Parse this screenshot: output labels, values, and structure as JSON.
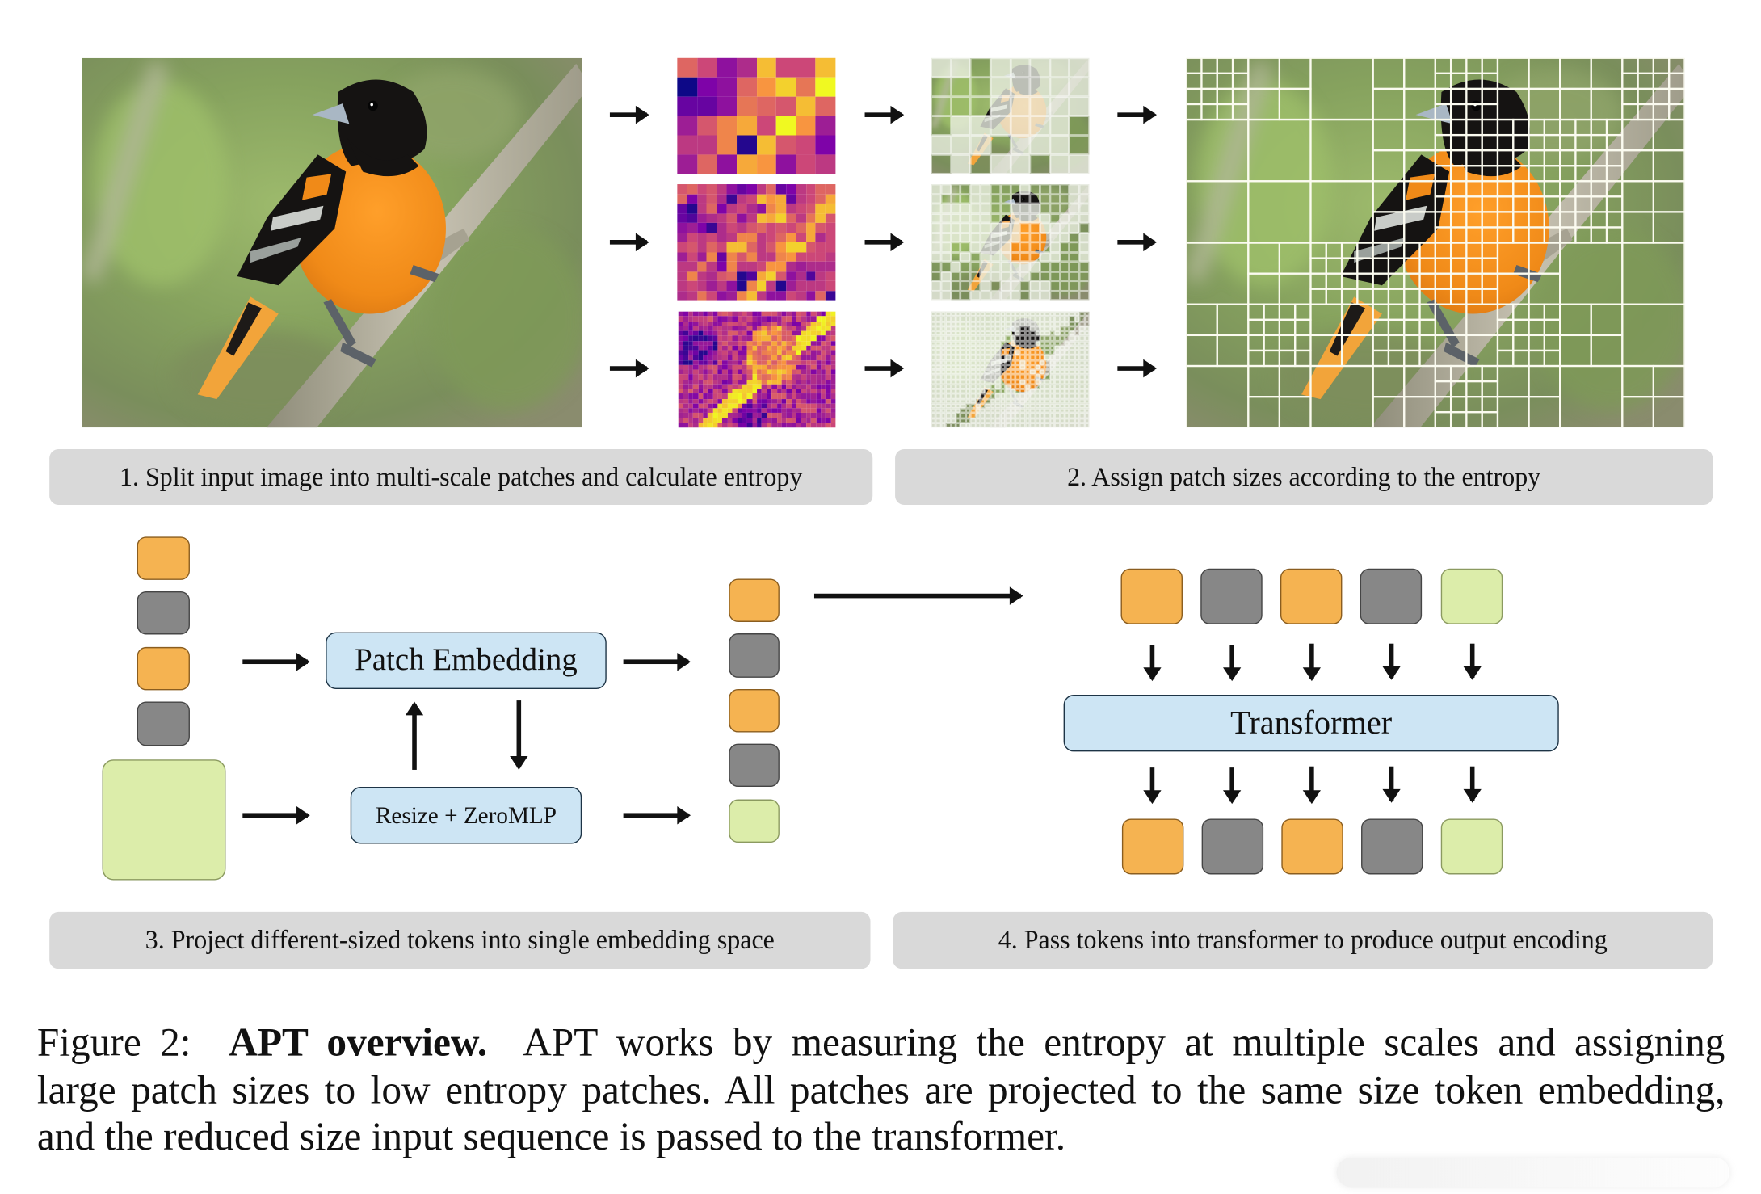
{
  "figure": {
    "caption_number": "Figure 2:",
    "caption_title": "APT overview.",
    "caption_lines": [
      "APT works by measuring the entropy at multiple scales and assigning",
      "large patch sizes to low entropy patches. All patches are projected to the same size token embedding,",
      "and the reduced size input sequence is passed to the transformer."
    ]
  },
  "steps": [
    {
      "label": "1. Split input image into multi-scale patches and calculate entropy"
    },
    {
      "label": "2. Assign patch sizes according to the entropy"
    },
    {
      "label": "3. Project different-sized tokens into single embedding space"
    },
    {
      "label": "4. Pass tokens into transformer to produce output encoding"
    }
  ],
  "modules": {
    "patch_embedding": "Patch Embedding",
    "resize_zeromlp": "Resize + ZeroMLP",
    "transformer": "Transformer"
  },
  "colors": {
    "token_orange": "#f5b351",
    "token_gray": "#878787",
    "token_green": "#dcedaa",
    "module_blue": "#cde5f4",
    "step_label_gray": "#d9d9d9"
  },
  "images": {
    "input_image": "bird-on-branch photo (oriole)",
    "output_image": "bird-on-branch photo with adaptive patch grid"
  },
  "entropy_maps": [
    {
      "scale": "coarse",
      "cols": 8,
      "rows": 6,
      "values": [
        [
          0.6,
          0.5,
          0.3,
          0.4,
          0.85,
          0.5,
          0.5,
          0.85
        ],
        [
          0.0,
          0.25,
          0.3,
          0.6,
          0.75,
          0.9,
          0.65,
          1.0
        ],
        [
          0.2,
          0.2,
          0.3,
          0.65,
          0.6,
          0.55,
          0.85,
          0.6
        ],
        [
          0.35,
          0.55,
          0.7,
          0.8,
          0.5,
          1.0,
          0.75,
          0.35
        ],
        [
          0.45,
          0.45,
          0.7,
          0.05,
          0.85,
          0.55,
          0.5,
          0.25
        ],
        [
          0.35,
          0.6,
          0.3,
          0.8,
          0.75,
          0.3,
          0.5,
          0.45
        ]
      ]
    },
    {
      "scale": "medium",
      "cols": 16,
      "rows": 12,
      "values": [
        [
          0.55,
          0.6,
          0.5,
          0.55,
          0.45,
          0.3,
          0.2,
          0.25,
          0.45,
          0.6,
          0.2,
          0.25,
          0.45,
          0.5,
          0.6,
          0.6
        ],
        [
          0.6,
          0.25,
          0.45,
          0.55,
          0.4,
          0.1,
          0.45,
          0.5,
          0.85,
          0.75,
          0.8,
          0.2,
          0.45,
          0.5,
          0.6,
          0.8
        ],
        [
          0.2,
          0.05,
          0.45,
          0.6,
          0.25,
          0.45,
          0.5,
          0.4,
          0.3,
          0.7,
          0.8,
          0.45,
          0.5,
          0.55,
          0.85,
          0.85
        ],
        [
          0.2,
          0.15,
          0.35,
          0.4,
          0.45,
          0.55,
          0.3,
          0.45,
          0.85,
          0.8,
          0.9,
          0.6,
          0.45,
          0.65,
          0.85,
          0.55
        ],
        [
          0.3,
          0.35,
          0.25,
          0.1,
          0.4,
          0.5,
          0.45,
          0.55,
          0.6,
          0.5,
          0.55,
          0.5,
          0.6,
          0.8,
          0.55,
          0.5
        ],
        [
          0.35,
          0.5,
          0.45,
          0.5,
          0.4,
          0.45,
          0.7,
          0.7,
          0.45,
          0.5,
          0.6,
          0.75,
          0.5,
          0.8,
          0.4,
          0.5
        ],
        [
          0.5,
          0.55,
          0.45,
          0.6,
          0.5,
          0.85,
          0.85,
          0.6,
          0.45,
          0.55,
          0.75,
          0.9,
          0.9,
          0.55,
          0.5,
          0.5
        ],
        [
          0.35,
          0.5,
          0.35,
          0.7,
          0.2,
          0.7,
          0.55,
          0.7,
          0.45,
          0.45,
          0.7,
          0.75,
          0.5,
          0.5,
          0.5,
          0.45
        ],
        [
          0.45,
          0.45,
          0.65,
          0.45,
          0.25,
          0.7,
          0.45,
          0.45,
          0.5,
          0.75,
          0.75,
          0.4,
          0.35,
          0.4,
          0.4,
          0.4
        ],
        [
          0.45,
          0.7,
          0.45,
          0.4,
          0.55,
          0.6,
          0.05,
          0.15,
          0.8,
          0.9,
          0.55,
          0.3,
          0.4,
          0.15,
          0.45,
          0.5
        ],
        [
          0.45,
          0.5,
          0.45,
          0.35,
          0.45,
          0.3,
          0.05,
          0.7,
          0.9,
          0.45,
          0.05,
          0.35,
          0.45,
          0.45,
          0.45,
          0.5
        ],
        [
          0.4,
          0.45,
          0.65,
          0.5,
          0.3,
          0.35,
          0.7,
          0.85,
          0.45,
          0.3,
          0.3,
          0.5,
          0.45,
          0.3,
          0.6,
          0.1
        ]
      ]
    },
    {
      "scale": "fine",
      "cols": 32,
      "rows": 24,
      "values": "procedural"
    }
  ],
  "patch_masks": [
    {
      "scale": "coarse",
      "cols": 8,
      "rows": 6,
      "kept": [
        [
          0,
          0,
          1,
          0,
          0,
          0,
          0,
          0
        ],
        [
          1,
          1,
          1,
          0,
          0,
          0,
          0,
          0
        ],
        [
          1,
          1,
          1,
          0,
          0,
          0,
          0,
          0
        ],
        [
          1,
          0,
          0,
          0,
          0,
          0,
          0,
          1
        ],
        [
          0,
          0,
          0,
          1,
          0,
          0,
          0,
          1
        ],
        [
          1,
          0,
          1,
          0,
          0,
          1,
          0,
          0
        ]
      ]
    },
    {
      "scale": "medium",
      "cols": 16,
      "rows": 12,
      "kept": [
        [
          0,
          0,
          1,
          1,
          0,
          0,
          1,
          1,
          1,
          0,
          1,
          1,
          1,
          1,
          0,
          0
        ],
        [
          0,
          1,
          1,
          1,
          0,
          0,
          1,
          1,
          1,
          1,
          1,
          1,
          1,
          1,
          0,
          0
        ],
        [
          0,
          0,
          0,
          0,
          0,
          0,
          1,
          1,
          0,
          0,
          0,
          1,
          1,
          1,
          0,
          0
        ],
        [
          0,
          0,
          0,
          0,
          0,
          0,
          1,
          1,
          0,
          0,
          0,
          0,
          1,
          0,
          0,
          0
        ],
        [
          0,
          0,
          0,
          0,
          0,
          0,
          0,
          0,
          0,
          1,
          1,
          0,
          0,
          0,
          0,
          1
        ],
        [
          0,
          0,
          0,
          0,
          0,
          0,
          0,
          0,
          0,
          1,
          1,
          1,
          0,
          0,
          1,
          0
        ],
        [
          0,
          0,
          1,
          1,
          0,
          0,
          0,
          0,
          1,
          1,
          1,
          1,
          0,
          1,
          1,
          0
        ],
        [
          0,
          0,
          1,
          0,
          1,
          0,
          0,
          0,
          1,
          1,
          1,
          0,
          0,
          1,
          1,
          0
        ],
        [
          1,
          1,
          0,
          1,
          1,
          0,
          0,
          0,
          0,
          0,
          0,
          1,
          1,
          1,
          1,
          1
        ],
        [
          1,
          0,
          1,
          1,
          1,
          0,
          0,
          0,
          0,
          0,
          1,
          1,
          1,
          1,
          1,
          1
        ],
        [
          0,
          0,
          1,
          1,
          1,
          0,
          1,
          0,
          0,
          1,
          0,
          0,
          1,
          1,
          1,
          1
        ],
        [
          0,
          0,
          1,
          1,
          0,
          0,
          0,
          0,
          0,
          1,
          0,
          0,
          1,
          1,
          1,
          1
        ]
      ]
    },
    {
      "scale": "fine",
      "cols": 32,
      "rows": 24,
      "kept": "procedural"
    }
  ],
  "adaptive_patches": {
    "cols": 8,
    "rows": 6,
    "subdivision_levels": [
      [
        2,
        1,
        0,
        1,
        2,
        1,
        1,
        2
      ],
      [
        0,
        0,
        0,
        1,
        2,
        2,
        2,
        1
      ],
      [
        0,
        0,
        0,
        1,
        2,
        2,
        2,
        1
      ],
      [
        0,
        1,
        2,
        2,
        2,
        1,
        0,
        0
      ],
      [
        1,
        2,
        1,
        2,
        1,
        2,
        1,
        0
      ],
      [
        0,
        1,
        0,
        1,
        2,
        1,
        0,
        1
      ]
    ]
  },
  "token_sequences": {
    "input_small": [
      "orange",
      "gray",
      "orange",
      "gray"
    ],
    "input_large": [
      "green"
    ],
    "embedded": [
      "orange",
      "gray",
      "orange",
      "gray",
      "green"
    ],
    "transformer_in": [
      "orange",
      "gray",
      "orange",
      "gray",
      "green"
    ],
    "transformer_out": [
      "orange",
      "gray",
      "orange",
      "gray",
      "green"
    ]
  }
}
